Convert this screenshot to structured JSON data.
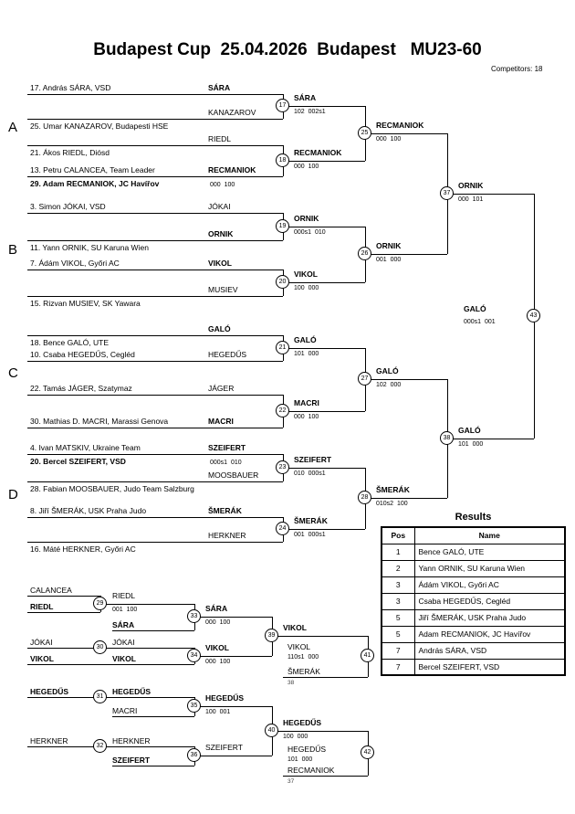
{
  "header": {
    "title": "Budapest Cup  25.04.2026  Budapest   MU23-60",
    "competitors": "Competitors: 18"
  },
  "section_labels": {
    "a": "A",
    "b": "B",
    "c": "C",
    "d": "D"
  },
  "round1": {
    "s1": {
      "name": "17. András SÁRA, VSD",
      "tag": "SÁRA"
    },
    "s2": {
      "name": "25. Umar KANAZAROV, Budapesti HSE",
      "tag": "KANAZAROV"
    },
    "s3": {
      "name": "21. Ákos RIEDL, Diósd",
      "tag": "RIEDL"
    },
    "s4": {
      "name": "13. Petru CALANCEA, Team Leader",
      "name2": "29. Adam RECMANIOK, JC Havířov",
      "tag": "RECMANIOK",
      "score": "000  100"
    },
    "s5": {
      "name": "3. Simon JÓKAI, VSD",
      "tag": "JÓKAI"
    },
    "s6": {
      "name": "11. Yann ORNIK, SU Karuna Wien",
      "tag": "ORNIK"
    },
    "s7": {
      "name": "7. Ádám VIKOL, Győri AC",
      "tag": "VIKOL"
    },
    "s8": {
      "name": "15. Rizvan MUSIEV, SK Yawara",
      "tag": "MUSIEV"
    },
    "s9": {
      "name": "18. Bence GALÓ, UTE",
      "tag": "GALÓ"
    },
    "s10": {
      "name": "10. Csaba HEGEDŰS, Cegléd",
      "tag": "HEGEDŰS"
    },
    "s11": {
      "name": "22. Tamás JÁGER, Szatymaz",
      "tag": "JÁGER"
    },
    "s12": {
      "name": "30. Mathias D. MACRI, Marassi Genova",
      "tag": "MACRI"
    },
    "s13": {
      "name": "4. Ivan MATSKIV, Ukraine Team",
      "name2": "20. Bercel SZEIFERT, VSD",
      "tag": "SZEIFERT",
      "score": "000s1  010"
    },
    "s14": {
      "name": "28. Fabian MOOSBAUER, Judo Team Salzburg",
      "tag": "MOOSBAUER"
    },
    "s15": {
      "name": "8. Jiří ŠMERÁK, USK Praha Judo",
      "tag": "ŠMERÁK"
    },
    "s16": {
      "name": "16. Máté HERKNER, Győri AC",
      "tag": "HERKNER"
    }
  },
  "matches": {
    "m17": {
      "num": "17",
      "winner": "SÁRA",
      "score": "102  002s1"
    },
    "m18": {
      "num": "18",
      "winner": "RECMANIOK",
      "score": "000  100"
    },
    "m19": {
      "num": "19",
      "winner": "ORNIK",
      "score": "000s1  010"
    },
    "m20": {
      "num": "20",
      "winner": "VIKOL",
      "score": "100  000"
    },
    "m21": {
      "num": "21",
      "winner": "GALÓ",
      "score": "101  000"
    },
    "m22": {
      "num": "22",
      "winner": "MACRI",
      "score": "000  100"
    },
    "m23": {
      "num": "23",
      "winner": "SZEIFERT",
      "score": "010  000s1"
    },
    "m24": {
      "num": "24",
      "winner": "ŠMERÁK",
      "score": "001  000s1"
    },
    "m25": {
      "num": "25",
      "winner": "RECMANIOK",
      "score": "000  100"
    },
    "m26": {
      "num": "26",
      "winner": "ORNIK",
      "score": "001  000"
    },
    "m27": {
      "num": "27",
      "winner": "GALÓ",
      "score": "102  000"
    },
    "m28": {
      "num": "28",
      "winner": "ŠMERÁK",
      "score": "010s2  100"
    },
    "m37": {
      "num": "37",
      "winner": "ORNIK",
      "score": "000  101"
    },
    "m38": {
      "num": "38",
      "winner": "GALÓ",
      "score": "101  000"
    },
    "m43": {
      "num": "43",
      "winner": "GALÓ",
      "score": "000s1  001"
    }
  },
  "rep": {
    "p_calancea": "CALANCEA",
    "p_riedl": "RIEDL",
    "p_jokai": "JÓKAI",
    "p_vikol": "VIKOL",
    "p_hegedus": "HEGEDŰS",
    "p_herkner": "HERKNER",
    "e_sara": "SÁRA",
    "e_vikol": "VIKOL",
    "e_macri": "MACRI",
    "e_szeifert": "SZEIFERT",
    "e_smerak": {
      "name": "ŠMERÁK",
      "src": "38"
    },
    "e_recmaniok": {
      "name": "RECMANIOK",
      "src": "37"
    },
    "m29": {
      "num": "29",
      "winner": "RIEDL",
      "score": "001  100"
    },
    "m30": {
      "num": "30",
      "winner": "JÓKAI"
    },
    "m31": {
      "num": "31",
      "winner": "HEGEDŰS"
    },
    "m32": {
      "num": "32",
      "winner": "HERKNER"
    },
    "m33": {
      "num": "33",
      "winner": "SÁRA",
      "score": "000  100"
    },
    "m34": {
      "num": "34",
      "winner": "VIKOL",
      "score": "000  100"
    },
    "m35": {
      "num": "35",
      "winner": "HEGEDŰS",
      "score": "100  001"
    },
    "m36": {
      "num": "36",
      "winner": "SZEIFERT"
    },
    "m39": {
      "num": "39",
      "winner": "VIKOL"
    },
    "m40": {
      "num": "40",
      "winner": "HEGEDŰS",
      "score": "100  000"
    },
    "m41": {
      "num": "41",
      "winner": "VIKOL",
      "score": "110s1  000"
    },
    "m42": {
      "num": "42",
      "winner": "HEGEDŰS",
      "score": "101  000"
    }
  },
  "results": {
    "title": "Results",
    "col_pos": "Pos",
    "col_name": "Name",
    "rows": [
      {
        "pos": "1",
        "name": "Bence GALÓ, UTE"
      },
      {
        "pos": "2",
        "name": "Yann ORNIK, SU Karuna Wien"
      },
      {
        "pos": "3",
        "name": "Ádám VIKOL, Győri AC"
      },
      {
        "pos": "3",
        "name": "Csaba HEGEDŰS, Cegléd"
      },
      {
        "pos": "5",
        "name": "Jiří ŠMERÁK, USK Praha Judo"
      },
      {
        "pos": "5",
        "name": "Adam RECMANIOK, JC Havířov"
      },
      {
        "pos": "7",
        "name": "András SÁRA, VSD"
      },
      {
        "pos": "7",
        "name": "Bercel SZEIFERT, VSD"
      }
    ]
  }
}
